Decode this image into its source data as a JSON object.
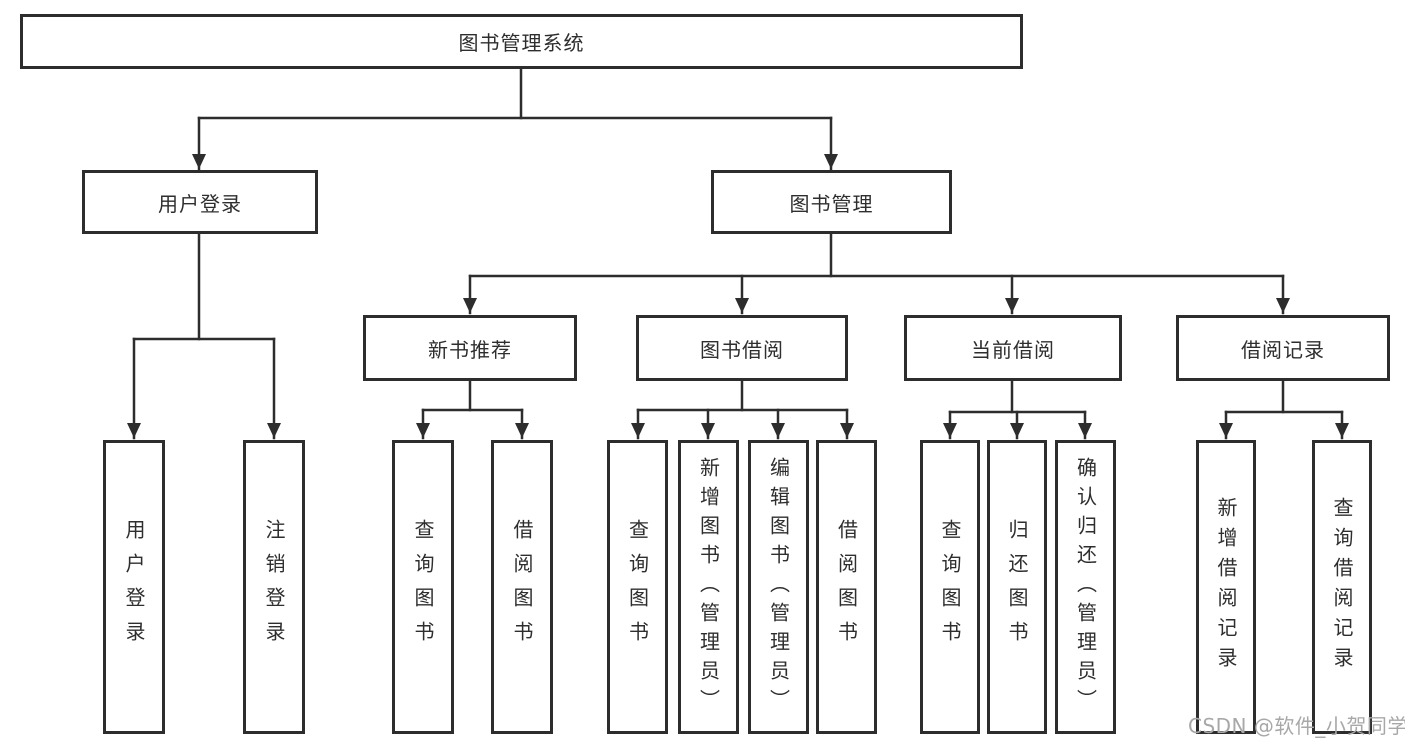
{
  "diagram": {
    "type": "hierarchy-tree",
    "root": {
      "label": "图书管理系统"
    },
    "branches": {
      "userLogin": {
        "label": "用户登录",
        "children": {
          "login": {
            "label": "用户登录"
          },
          "logout": {
            "label": "注销登录"
          }
        }
      },
      "bookManagement": {
        "label": "图书管理",
        "children": {
          "newBookRecommend": {
            "label": "新书推荐",
            "children": {
              "queryBook": {
                "label": "查询图书"
              },
              "borrowBook": {
                "label": "借阅图书"
              }
            }
          },
          "bookBorrow": {
            "label": "图书借阅",
            "children": {
              "queryBook": {
                "label": "查询图书"
              },
              "addBook": {
                "label": "新增图书（管理员）"
              },
              "editBook": {
                "label": "编辑图书（管理员）"
              },
              "borrowBook": {
                "label": "借阅图书"
              }
            }
          },
          "currentBorrow": {
            "label": "当前借阅",
            "children": {
              "queryBook": {
                "label": "查询图书"
              },
              "returnBook": {
                "label": "归还图书"
              },
              "confirmReturn": {
                "label": "确认归还（管理员）"
              }
            }
          },
          "borrowRecord": {
            "label": "借阅记录",
            "children": {
              "addRecord": {
                "label": "新增借阅记录"
              },
              "queryRecord": {
                "label": "查询借阅记录"
              }
            }
          }
        }
      }
    }
  },
  "watermark": {
    "text": "CSDN @软件_小贺同学"
  },
  "colors": {
    "line": "#2d2d2d",
    "box_border": "#2d2d2d",
    "text": "#2e2e2e",
    "watermark": "#a8a8a8",
    "background": "#ffffff"
  }
}
